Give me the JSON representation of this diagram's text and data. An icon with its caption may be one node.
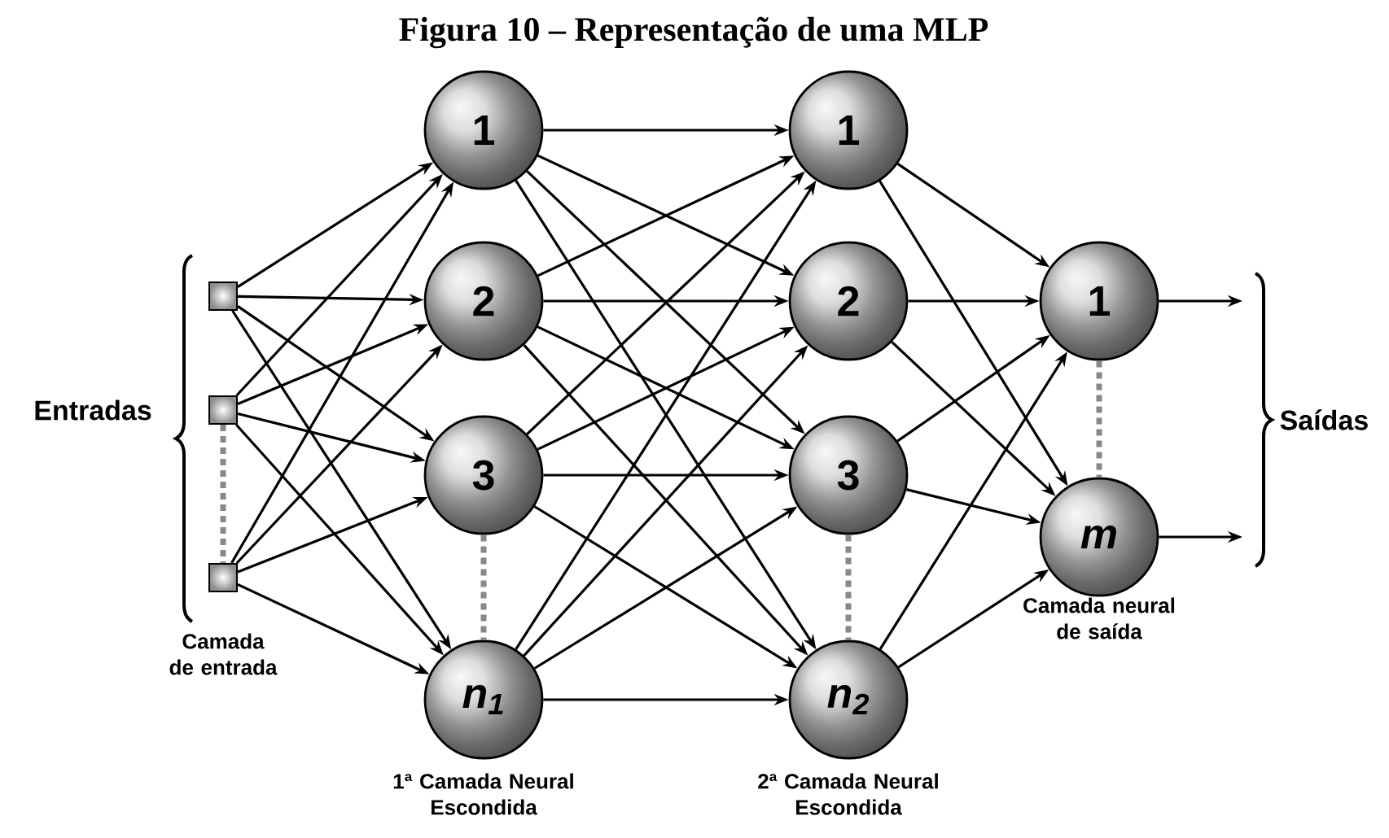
{
  "diagram": {
    "title": "Figura 10 – Representação de uma MLP",
    "nodes": [
      {
        "text": [],
        "shape": "box"
      },
      {
        "text": [],
        "shape": "box"
      },
      {
        "text": [],
        "shape": "box"
      },
      {
        "text": [
          "1"
        ]
      },
      {
        "text": [
          "2"
        ]
      },
      {
        "text": [
          "3"
        ]
      },
      {
        "text": [
          "*n*$_{1}$"
        ]
      },
      {
        "text": [
          "1"
        ]
      },
      {
        "text": [
          "2"
        ]
      },
      {
        "text": [
          "3"
        ]
      },
      {
        "text": [
          "*n*$_{2}$"
        ]
      },
      {
        "text": [
          "1"
        ]
      },
      {
        "text": [
          "*m*"
        ]
      },
      {
        "text": [
          "Saídas"
        ]
      }
    ],
    "edges": [
      {
        "from": 0,
        "to": 3,
        "arrow": "to"
      },
      {
        "from": 0,
        "to": 4,
        "arrow": "to"
      },
      {
        "from": 0,
        "to": 5,
        "arrow": "to"
      },
      {
        "from": 0,
        "to": 6,
        "arrow": "to"
      },
      {
        "from": 1,
        "to": 3,
        "arrow": "to"
      },
      {
        "from": 1,
        "to": 4,
        "arrow": "to"
      },
      {
        "from": 1,
        "to": 5,
        "arrow": "to"
      },
      {
        "from": 1,
        "to": 6,
        "arrow": "to"
      },
      {
        "from": 2,
        "to": 3,
        "arrow": "to"
      },
      {
        "from": 2,
        "to": 4,
        "arrow": "to"
      },
      {
        "from": 2,
        "to": 5,
        "arrow": "to"
      },
      {
        "from": 2,
        "to": 6,
        "arrow": "to"
      },
      {
        "from": 3,
        "to": 7,
        "arrow": "to"
      },
      {
        "from": 3,
        "to": 8,
        "arrow": "to"
      },
      {
        "from": 3,
        "to": 9,
        "arrow": "to"
      },
      {
        "from": 3,
        "to": 10,
        "arrow": "to"
      },
      {
        "from": 4,
        "to": 7,
        "arrow": "to"
      },
      {
        "from": 4,
        "to": 8,
        "arrow": "to"
      },
      {
        "from": 4,
        "to": 9,
        "arrow": "to"
      },
      {
        "from": 4,
        "to": 10,
        "arrow": "to"
      },
      {
        "from": 5,
        "to": 7,
        "arrow": "to"
      },
      {
        "from": 5,
        "to": 8,
        "arrow": "to"
      },
      {
        "from": 5,
        "to": 9,
        "arrow": "to"
      },
      {
        "from": 5,
        "to": 10,
        "arrow": "to"
      },
      {
        "from": 6,
        "to": 7,
        "arrow": "to"
      },
      {
        "from": 6,
        "to": 8,
        "arrow": "to"
      },
      {
        "from": 6,
        "to": 9,
        "arrow": "to"
      },
      {
        "from": 6,
        "to": 10,
        "arrow": "to"
      },
      {
        "from": 7,
        "to": 11,
        "arrow": "to"
      },
      {
        "from": 7,
        "to": 12,
        "arrow": "to"
      },
      {
        "from": 8,
        "to": 11,
        "arrow": "to"
      },
      {
        "from": 8,
        "to": 12,
        "arrow": "to"
      },
      {
        "from": 9,
        "to": 11,
        "arrow": "to"
      },
      {
        "from": 9,
        "to": 12,
        "arrow": "to"
      },
      {
        "from": 10,
        "to": 11,
        "arrow": "to"
      },
      {
        "from": 10,
        "to": 12,
        "arrow": "to"
      },
      {
        "from": 11,
        "to": 13,
        "arrow": "to"
      },
      {
        "from": 12,
        "to": 13,
        "arrow": "to"
      },
      {
        "from": 1,
        "to": 2,
        "arrow": "none",
        "style": "dashed",
        "color": "#888888"
      },
      {
        "from": 5,
        "to": 6,
        "arrow": "none",
        "style": "dashed",
        "color": "#888888"
      },
      {
        "from": 9,
        "to": 10,
        "arrow": "none",
        "style": "dashed",
        "color": "#888888"
      },
      {
        "from": 11,
        "to": 12,
        "arrow": "none",
        "style": "dashed",
        "color": "#888888"
      }
    ],
    "labels": [
      "Entradas",
      "Camada de entrada",
      "1ª Camada Neural Escondida",
      "2ª Camada Neural Escondida",
      "Camada neural de saída"
    ]
  }
}
